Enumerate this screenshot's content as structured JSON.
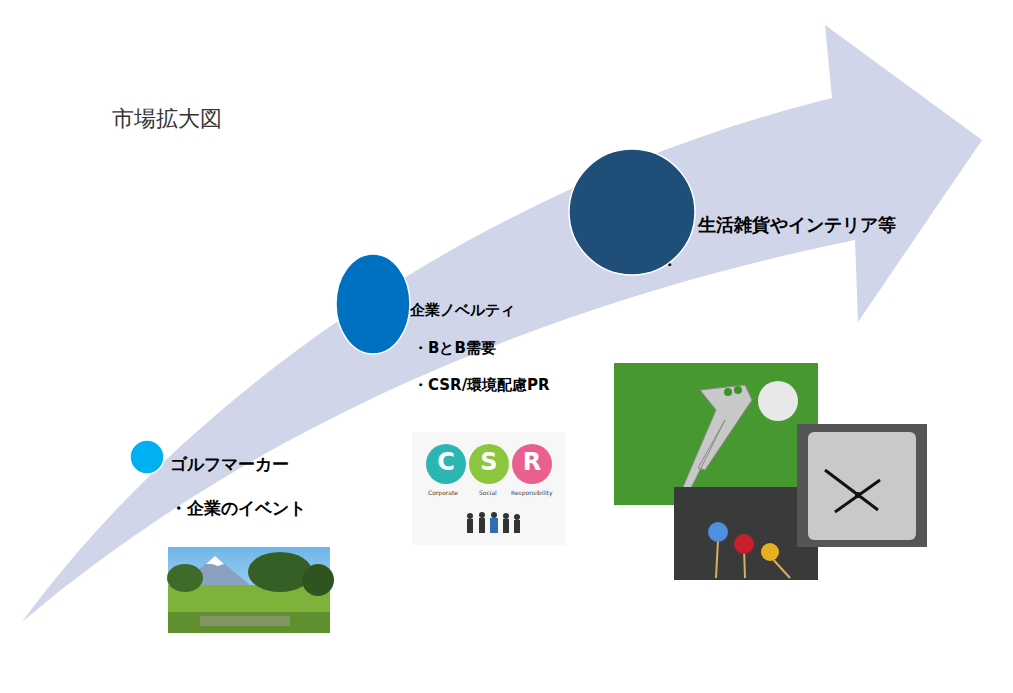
{
  "diagram": {
    "title": "市場拡大図",
    "nodes": [
      {
        "text": [
          "ゴルフマーカー",
          "・企業のイベント"
        ]
      },
      {
        "text": [
          "企業ノベルティ",
          "・BとB需要",
          "・CSR/環境配慮PR"
        ]
      },
      {
        "text": [
          "生活雑貨やインテリア等"
        ]
      }
    ],
    "labels": [
      "・",
      "C",
      "S",
      "R",
      "Corporate",
      "Social",
      "Responsibility"
    ]
  }
}
